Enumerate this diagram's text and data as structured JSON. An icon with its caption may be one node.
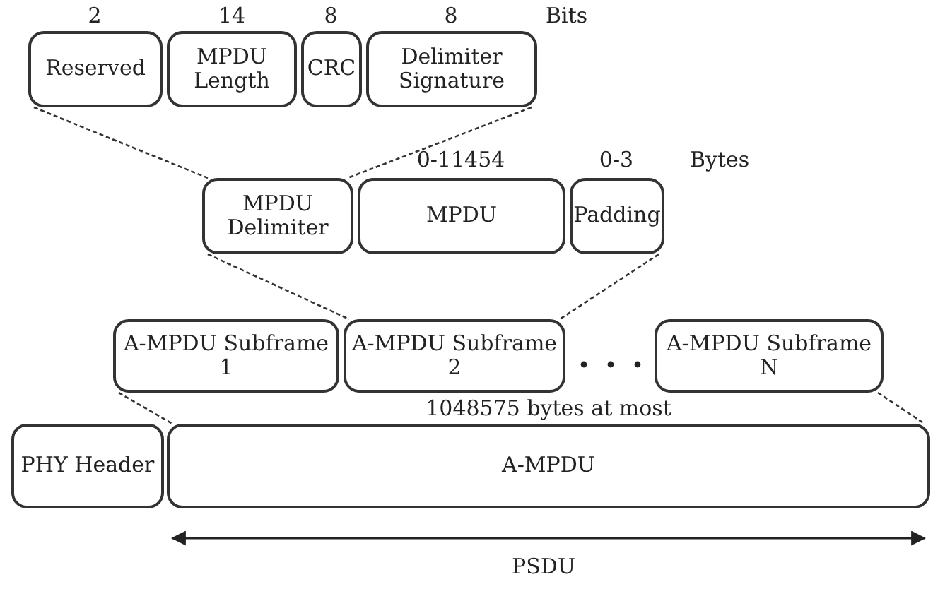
{
  "diagram": {
    "nodes": [
      {
        "text": [
          "Reserved"
        ],
        "beside": [
          "2"
        ]
      },
      {
        "text": [
          "MPDU Length"
        ],
        "beside": [
          "14"
        ]
      },
      {
        "text": [
          "CRC"
        ],
        "beside": [
          "8"
        ]
      },
      {
        "text": [
          "Delimiter Signature"
        ],
        "beside": [
          "8"
        ]
      },
      {
        "text": [
          "MPDU Delimiter"
        ]
      },
      {
        "text": [
          "MPDU"
        ],
        "beside": [
          "0-11454"
        ]
      },
      {
        "text": [
          "Padding"
        ],
        "beside": [
          "0-3"
        ]
      },
      {
        "text": [
          "A-MPDU Subframe 1"
        ]
      },
      {
        "text": [
          "A-MPDU Subframe 2"
        ]
      },
      {
        "text": [
          "A-MPDU Subframe N"
        ]
      },
      {
        "text": [
          "PHY Header"
        ]
      },
      {
        "text": [
          "A-MPDU"
        ],
        "beside": [
          "1048575 bytes at most"
        ]
      }
    ],
    "edges": [
      {
        "from": 0,
        "to": 4,
        "arrow": "none",
        "style": "dashed"
      },
      {
        "from": 3,
        "to": 4,
        "arrow": "none",
        "style": "dashed"
      },
      {
        "from": 4,
        "to": 8,
        "arrow": "none",
        "style": "dashed"
      },
      {
        "from": 6,
        "to": 8,
        "arrow": "none",
        "style": "dashed"
      },
      {
        "from": 7,
        "to": 11,
        "arrow": "none",
        "style": "dashed"
      },
      {
        "from": 9,
        "to": 11,
        "arrow": "none",
        "style": "dashed"
      }
    ],
    "labels": [
      "Bits",
      "Bytes",
      "PSDU"
    ]
  }
}
